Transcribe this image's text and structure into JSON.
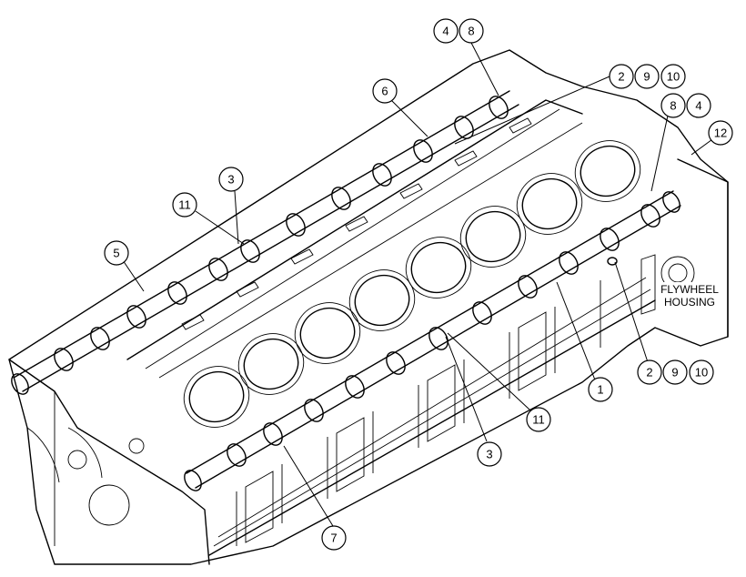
{
  "diagram": {
    "callouts": [
      {
        "id": "c-4-top",
        "label": "4"
      },
      {
        "id": "c-8-top",
        "label": "8"
      },
      {
        "id": "c-2-top",
        "label": "2"
      },
      {
        "id": "c-9-top",
        "label": "9"
      },
      {
        "id": "c-10-top",
        "label": "10"
      },
      {
        "id": "c-6",
        "label": "6"
      },
      {
        "id": "c-8-right",
        "label": "8"
      },
      {
        "id": "c-4-right",
        "label": "4"
      },
      {
        "id": "c-12",
        "label": "12"
      },
      {
        "id": "c-3-upper",
        "label": "3"
      },
      {
        "id": "c-11-upper",
        "label": "11"
      },
      {
        "id": "c-5",
        "label": "5"
      },
      {
        "id": "c-1",
        "label": "1"
      },
      {
        "id": "c-2-right",
        "label": "2"
      },
      {
        "id": "c-9-right",
        "label": "9"
      },
      {
        "id": "c-10-right",
        "label": "10"
      },
      {
        "id": "c-11-lower",
        "label": "11"
      },
      {
        "id": "c-3-lower",
        "label": "3"
      },
      {
        "id": "c-7",
        "label": "7"
      }
    ],
    "housing_label": {
      "line1": "FLYWHEEL",
      "line2": "HOUSING"
    }
  }
}
